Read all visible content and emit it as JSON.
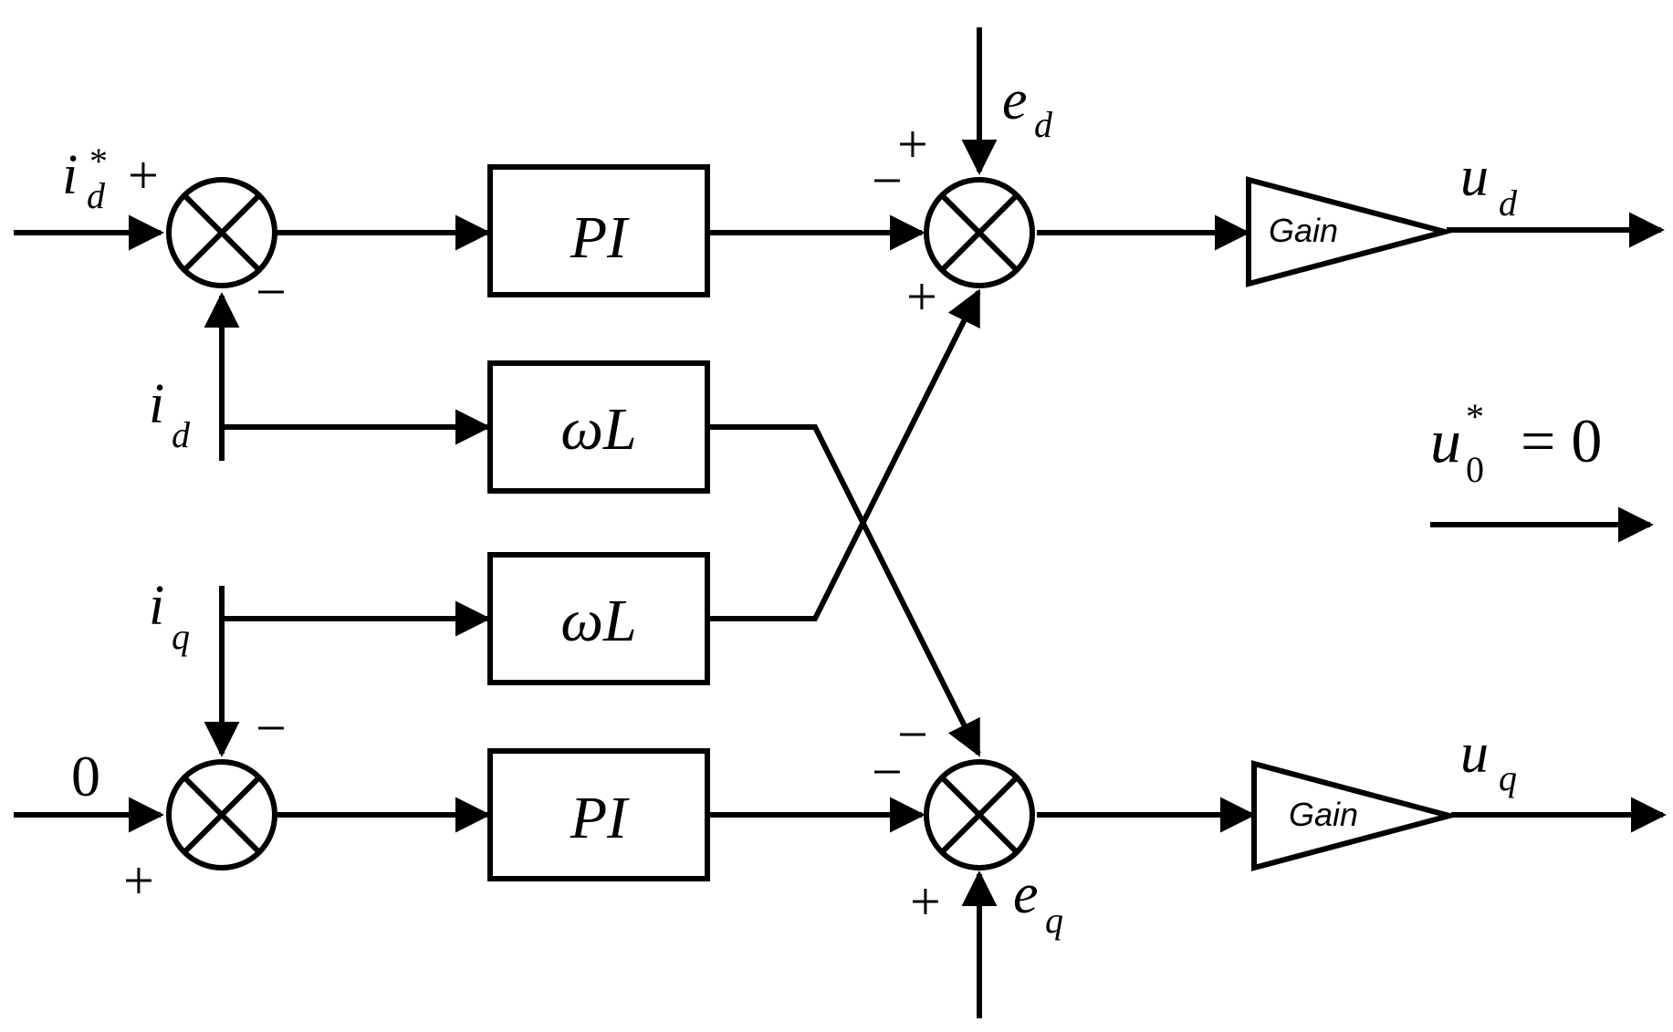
{
  "blocks": {
    "pi_top": "PI",
    "wl_top": "ωL",
    "wl_bottom": "ωL",
    "pi_bottom": "PI",
    "gain_top": "Gain",
    "gain_bottom": "Gain"
  },
  "signals": {
    "id_ref": {
      "base": "i",
      "sub": "d",
      "sup": "*"
    },
    "id": {
      "base": "i",
      "sub": "d"
    },
    "iq": {
      "base": "i",
      "sub": "q"
    },
    "zero_ref": "0",
    "ed": {
      "base": "e",
      "sub": "d"
    },
    "eq": {
      "base": "e",
      "sub": "q"
    },
    "ud": {
      "base": "u",
      "sub": "d"
    },
    "uq": {
      "base": "u",
      "sub": "q"
    },
    "u0": {
      "base": "u",
      "sub": "0",
      "sup": "*",
      "rhs": "= 0"
    }
  },
  "signs": {
    "plus": "+",
    "minus": "−"
  }
}
